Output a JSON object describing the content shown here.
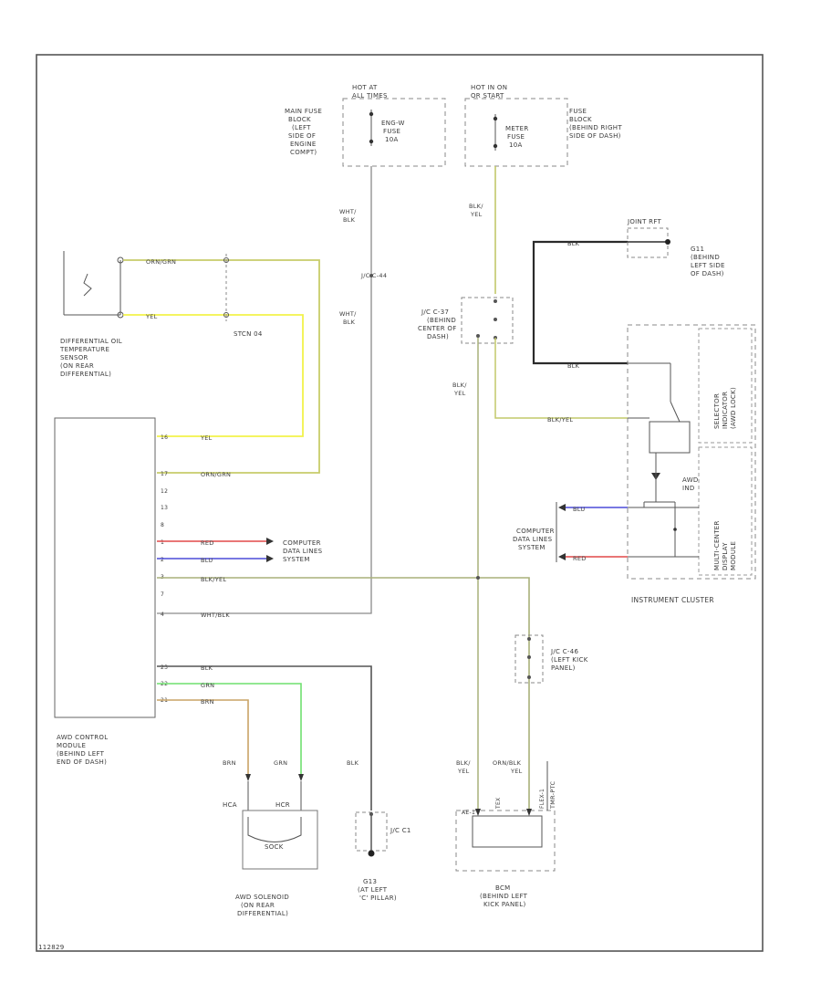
{
  "figure_id": "112829",
  "fuses": {
    "main_block": {
      "state": [
        "HOT AT",
        "ALL TIMES"
      ],
      "name": [
        "MAIN FUSE",
        "BLOCK",
        "(LEFT",
        "SIDE OF",
        "ENGINE",
        "COMPT)"
      ],
      "fuse": [
        "ENG-W",
        "FUSE",
        "10A"
      ]
    },
    "dash_block": {
      "state": [
        "HOT IN ON",
        "OR START"
      ],
      "name": [
        "FUSE",
        "BLOCK",
        "(BEHIND RIGHT",
        "SIDE OF DASH)"
      ],
      "fuse": [
        "METER",
        "FUSE",
        "10A"
      ]
    }
  },
  "wires": {
    "wht_blk_upper": [
      "WHT/",
      "BLK"
    ],
    "jc_c44_label": "J/C C-44",
    "wht_blk_lower": [
      "WHT/",
      "BLK"
    ],
    "blk_yel_top": [
      "BLK/",
      "YEL"
    ],
    "blk_yel_mid": [
      "BLK/",
      "YEL"
    ],
    "jc_c37": [
      "J/C C-37",
      "(BEHIND",
      "CENTER OF",
      "DASH)"
    ],
    "orn_grn": "ORN/GRN",
    "yel": "YEL",
    "stcn_label": "STCN 04",
    "blk_gnd": "BLK",
    "blk_yel_cluster": "BLK/YEL",
    "blu_cluster": "BLU",
    "red_cluster": "RED",
    "yel_module": "YEL",
    "orn_grn_module": "ORN/GRN",
    "red_module": "RED",
    "blu_module": "BLU",
    "blk_yel_module": "BLK/YEL",
    "wht_blk_module": "WHT/BLK",
    "blk_module": "BLK",
    "grn_module": "GRN",
    "brn_module": "BRN",
    "brn_bottom": "BRN",
    "grn_bottom": "GRN",
    "blk_bottom": "BLK",
    "blk_yel_bottom": [
      "BLK/",
      "YEL"
    ],
    "orn_blk": [
      "ORN/BLK",
      "YEL"
    ],
    "tmr_pin": "TMR-PTC",
    "jc_c46": [
      "J/C C-46",
      "(LEFT KICK",
      "PANEL)"
    ]
  },
  "components": {
    "diff_sensor": [
      "DIFFERENTIAL OIL",
      "TEMPERATURE",
      "SENSOR",
      "(ON REAR",
      "DIFFERENTIAL)"
    ],
    "awd_module": [
      "AWD CONTROL",
      "MODULE",
      "(BEHIND LEFT",
      "END OF DASH)"
    ],
    "computer_data_left": [
      "COMPUTER",
      "DATA LINES",
      "SYSTEM"
    ],
    "computer_data_right": [
      "COMPUTER",
      "DATA LINES",
      "SYSTEM"
    ],
    "joint_cluster": "JOINT RFT",
    "g11": [
      "G11",
      "(BEHIND",
      "LEFT SIDE",
      "OF DASH)"
    ],
    "selector_indicator": [
      "SELECTOR",
      "INDICATOR",
      "(AWD LOCK)"
    ],
    "awd_ind": [
      "AWD",
      "IND"
    ],
    "multi_center": [
      "MULTI-CENTER",
      "DISPLAY",
      "MODULE"
    ],
    "instrument_cluster": "INSTRUMENT CLUSTER",
    "awd_solenoid": [
      "AWD SOLENOID",
      "(ON REAR",
      "DIFFERENTIAL)"
    ],
    "solenoid_box": "SOCK",
    "sol_pin_a": "HCA",
    "sol_pin_b": "HCR",
    "jc_c1": "J/C C1",
    "g13": [
      "G13",
      "(AT LEFT",
      "'C' PILLAR)"
    ],
    "bcm": [
      "BCM",
      "(BEHIND LEFT",
      "KICK PANEL)"
    ],
    "bcm_pin_a": "AE-1",
    "bcm_pin_b": "TEX",
    "bcm_pin_c": "FLEX-1"
  },
  "module_pins": [
    "16",
    "17",
    "12",
    "13",
    "8",
    "1",
    "2",
    "3",
    "7",
    "4",
    "23",
    "22",
    "21"
  ],
  "colors": {
    "frame": "#555555",
    "yellow": "#f2f24a",
    "orange_green": "#c8cc6a",
    "red": "#e24848",
    "blue": "#4b4bd8",
    "green": "#6fe06f",
    "brown": "#c9a365",
    "black": "#2b2b2b",
    "gray": "#8a8a8a",
    "blk_yel": "#a9b07a"
  }
}
